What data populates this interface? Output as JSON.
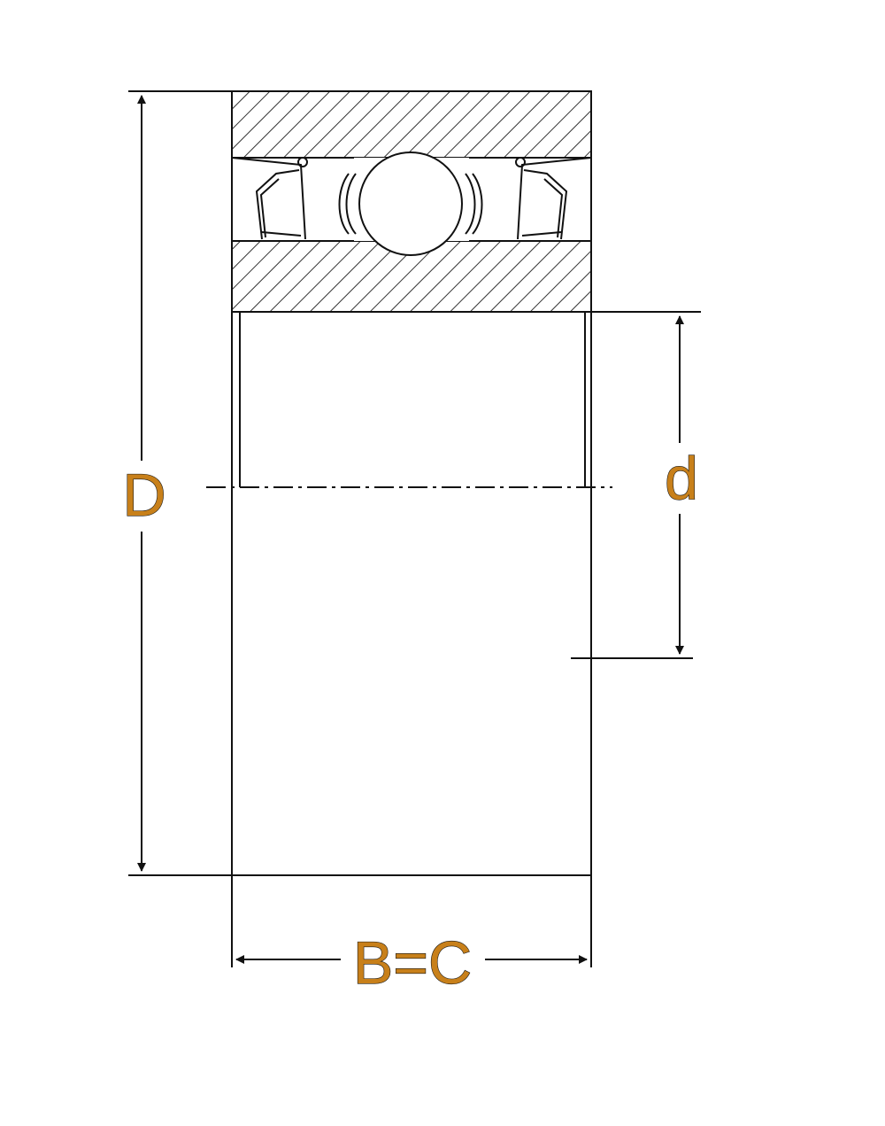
{
  "labels": {
    "outer_diameter": "D",
    "bore_diameter": "d",
    "width": "B=C"
  },
  "colors": {
    "line": "#111111",
    "label_fill": "#c8801a",
    "section_fill": "#ffffff",
    "hatch": "#333333"
  }
}
